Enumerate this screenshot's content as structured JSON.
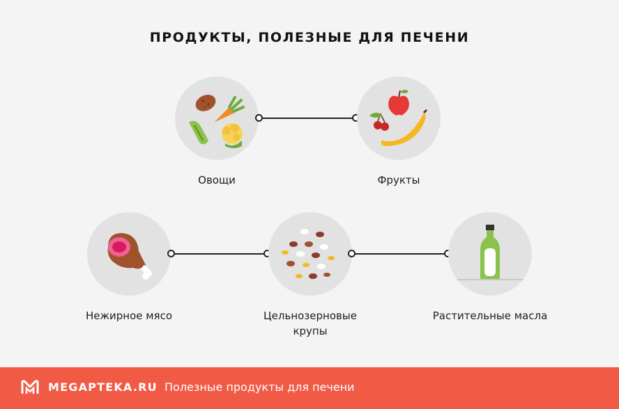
{
  "title": "ПРОДУКТЫ, ПОЛЕЗНЫЕ ДЛЯ ПЕЧЕНИ",
  "nodes": {
    "vegetables": {
      "label": "Овощи",
      "icon": "vegetables-icon"
    },
    "fruits": {
      "label": "Фрукты",
      "icon": "fruits-icon"
    },
    "meat": {
      "label": "Нежирное мясо",
      "icon": "ham-icon"
    },
    "grains": {
      "label_line1": "Цельнозерновые",
      "label_line2": "крупы",
      "icon": "beans-icon"
    },
    "oils": {
      "label": "Растительные масла",
      "icon": "oil-bottle-icon"
    }
  },
  "footer": {
    "brand": "MEGAPTEKA.RU",
    "caption": "Полезные продукты для печени",
    "logo_icon": "megapteka-logo-icon"
  },
  "colors": {
    "background": "#f4f4f4",
    "circle": "#e2e2e2",
    "footer": "#f15a45",
    "connector": "#222222"
  }
}
